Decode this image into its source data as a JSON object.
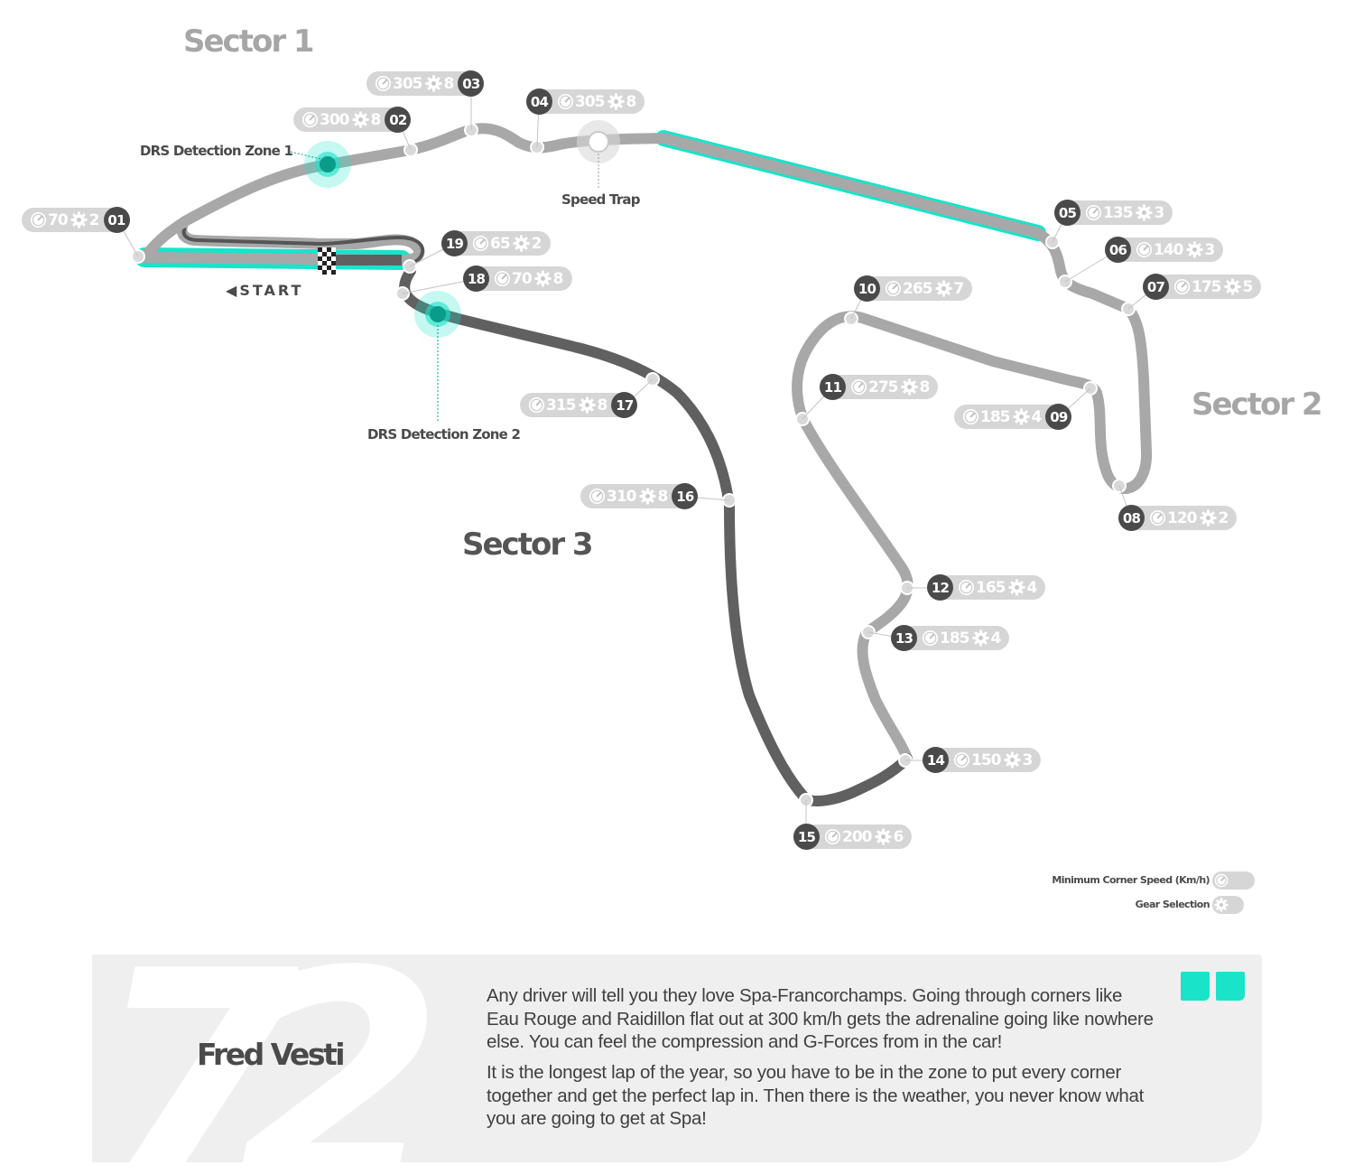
{
  "sectors": {
    "sector1": "Sector 1",
    "sector2": "Sector 2",
    "sector3": "Sector 3"
  },
  "labels": {
    "drs_zone_1": "DRS Detection Zone 1",
    "drs_zone_2": "DRS Detection Zone 2",
    "speed_trap": "Speed Trap",
    "start": "START"
  },
  "corners": [
    {
      "number": "01",
      "speed": "70",
      "gear": "2"
    },
    {
      "number": "02",
      "speed": "300",
      "gear": "8"
    },
    {
      "number": "03",
      "speed": "305",
      "gear": "8"
    },
    {
      "number": "04",
      "speed": "305",
      "gear": "8"
    },
    {
      "number": "05",
      "speed": "135",
      "gear": "3"
    },
    {
      "number": "06",
      "speed": "140",
      "gear": "3"
    },
    {
      "number": "07",
      "speed": "175",
      "gear": "5"
    },
    {
      "number": "08",
      "speed": "120",
      "gear": "2"
    },
    {
      "number": "09",
      "speed": "185",
      "gear": "4"
    },
    {
      "number": "10",
      "speed": "265",
      "gear": "7"
    },
    {
      "number": "11",
      "speed": "275",
      "gear": "8"
    },
    {
      "number": "12",
      "speed": "165",
      "gear": "4"
    },
    {
      "number": "13",
      "speed": "185",
      "gear": "4"
    },
    {
      "number": "14",
      "speed": "150",
      "gear": "3"
    },
    {
      "number": "15",
      "speed": "200",
      "gear": "6"
    },
    {
      "number": "16",
      "speed": "310",
      "gear": "8"
    },
    {
      "number": "17",
      "speed": "315",
      "gear": "8"
    },
    {
      "number": "18",
      "speed": "70",
      "gear": "8"
    },
    {
      "number": "19",
      "speed": "65",
      "gear": "2"
    }
  ],
  "legend": {
    "min_speed": "Minimum Corner Speed (Km/h)",
    "gear": "Gear Selection"
  },
  "quote": {
    "number": "72",
    "driver": "Fred Vesti",
    "paragraph1": "Any driver will tell you they love Spa-Francorchamps. Going through corners like Eau Rouge and Raidillon flat out at 300 km/h gets the adrenaline going like nowhere else. You can feel the compression and G-Forces from in the car!",
    "paragraph2": "It is the longest lap of the year, so you have to be in the zone to put every corner together and get the perfect lap in. Then there is the weather, you never know what you are going to get at Spa!"
  },
  "colors": {
    "accent": "#19e3c9",
    "sector1": "#a8a8a8",
    "sector2": "#a8a8a8",
    "sector3": "#606060",
    "badge": "#4a4a4a",
    "pill": "#d6d6d6"
  }
}
